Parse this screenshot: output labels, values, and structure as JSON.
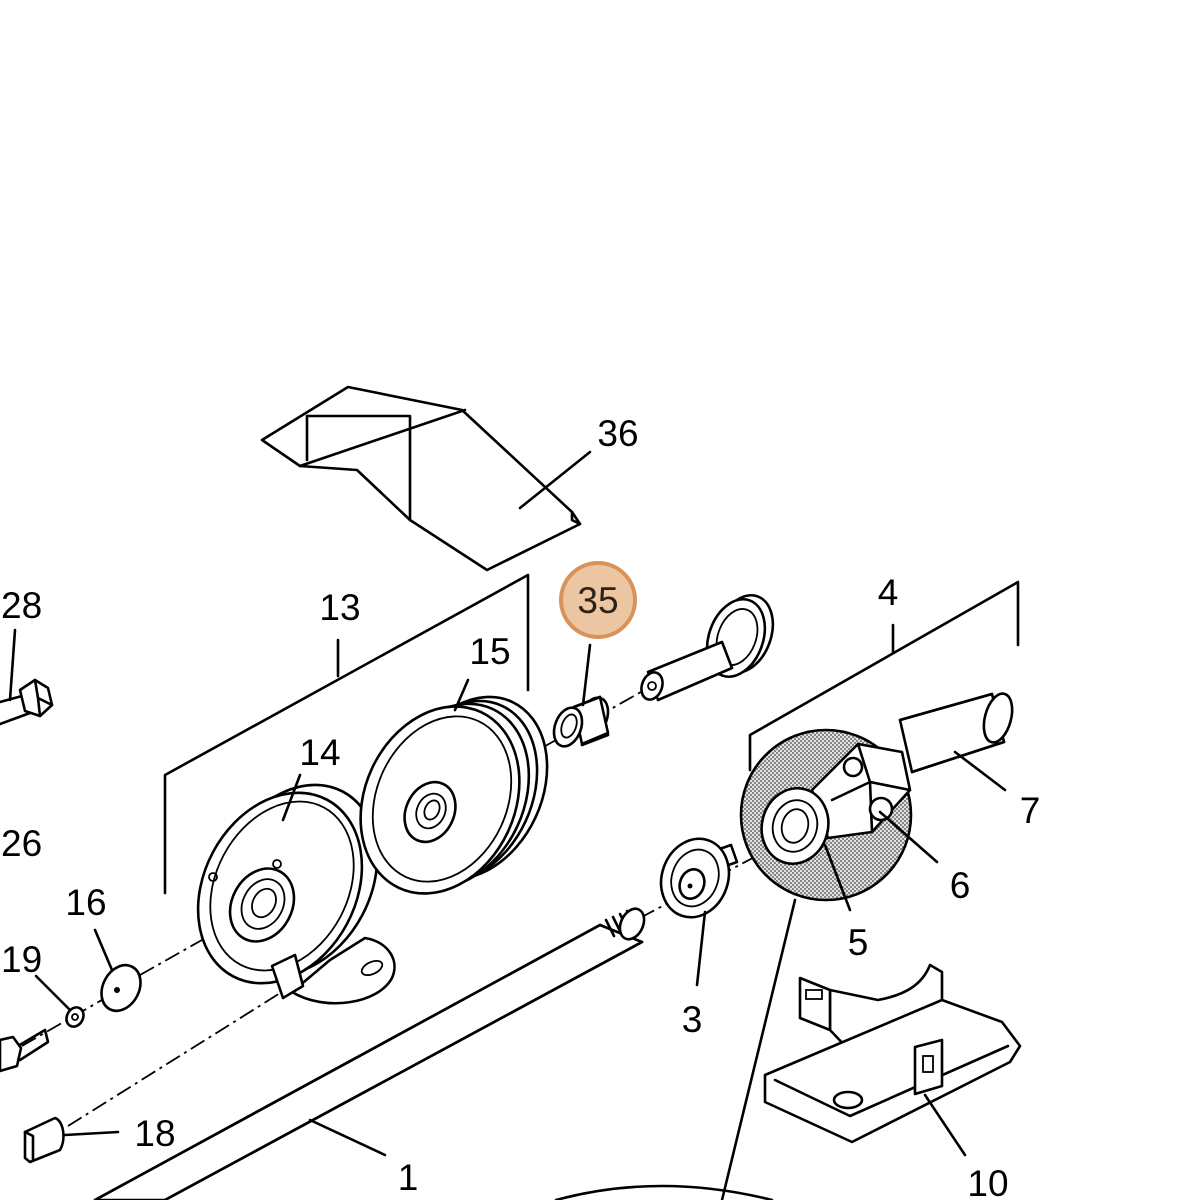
{
  "diagram": {
    "callouts": {
      "part_1": "1",
      "part_3": "3",
      "part_4": "4",
      "part_5": "5",
      "part_6": "6",
      "part_7": "7",
      "part_10": "10",
      "part_13": "13",
      "part_14": "14",
      "part_15": "15",
      "part_16": "16",
      "part_18": "18",
      "part_19": "19",
      "part_26": "26",
      "part_28": "28",
      "part_35": "35",
      "part_36": "36"
    },
    "colors": {
      "line": "#000000",
      "highlight_fill": "#ecc6a2",
      "highlight_stroke": "#d8925a",
      "highlight_text": "#2e2216",
      "magnifier_background": "#e2e2e2"
    }
  }
}
